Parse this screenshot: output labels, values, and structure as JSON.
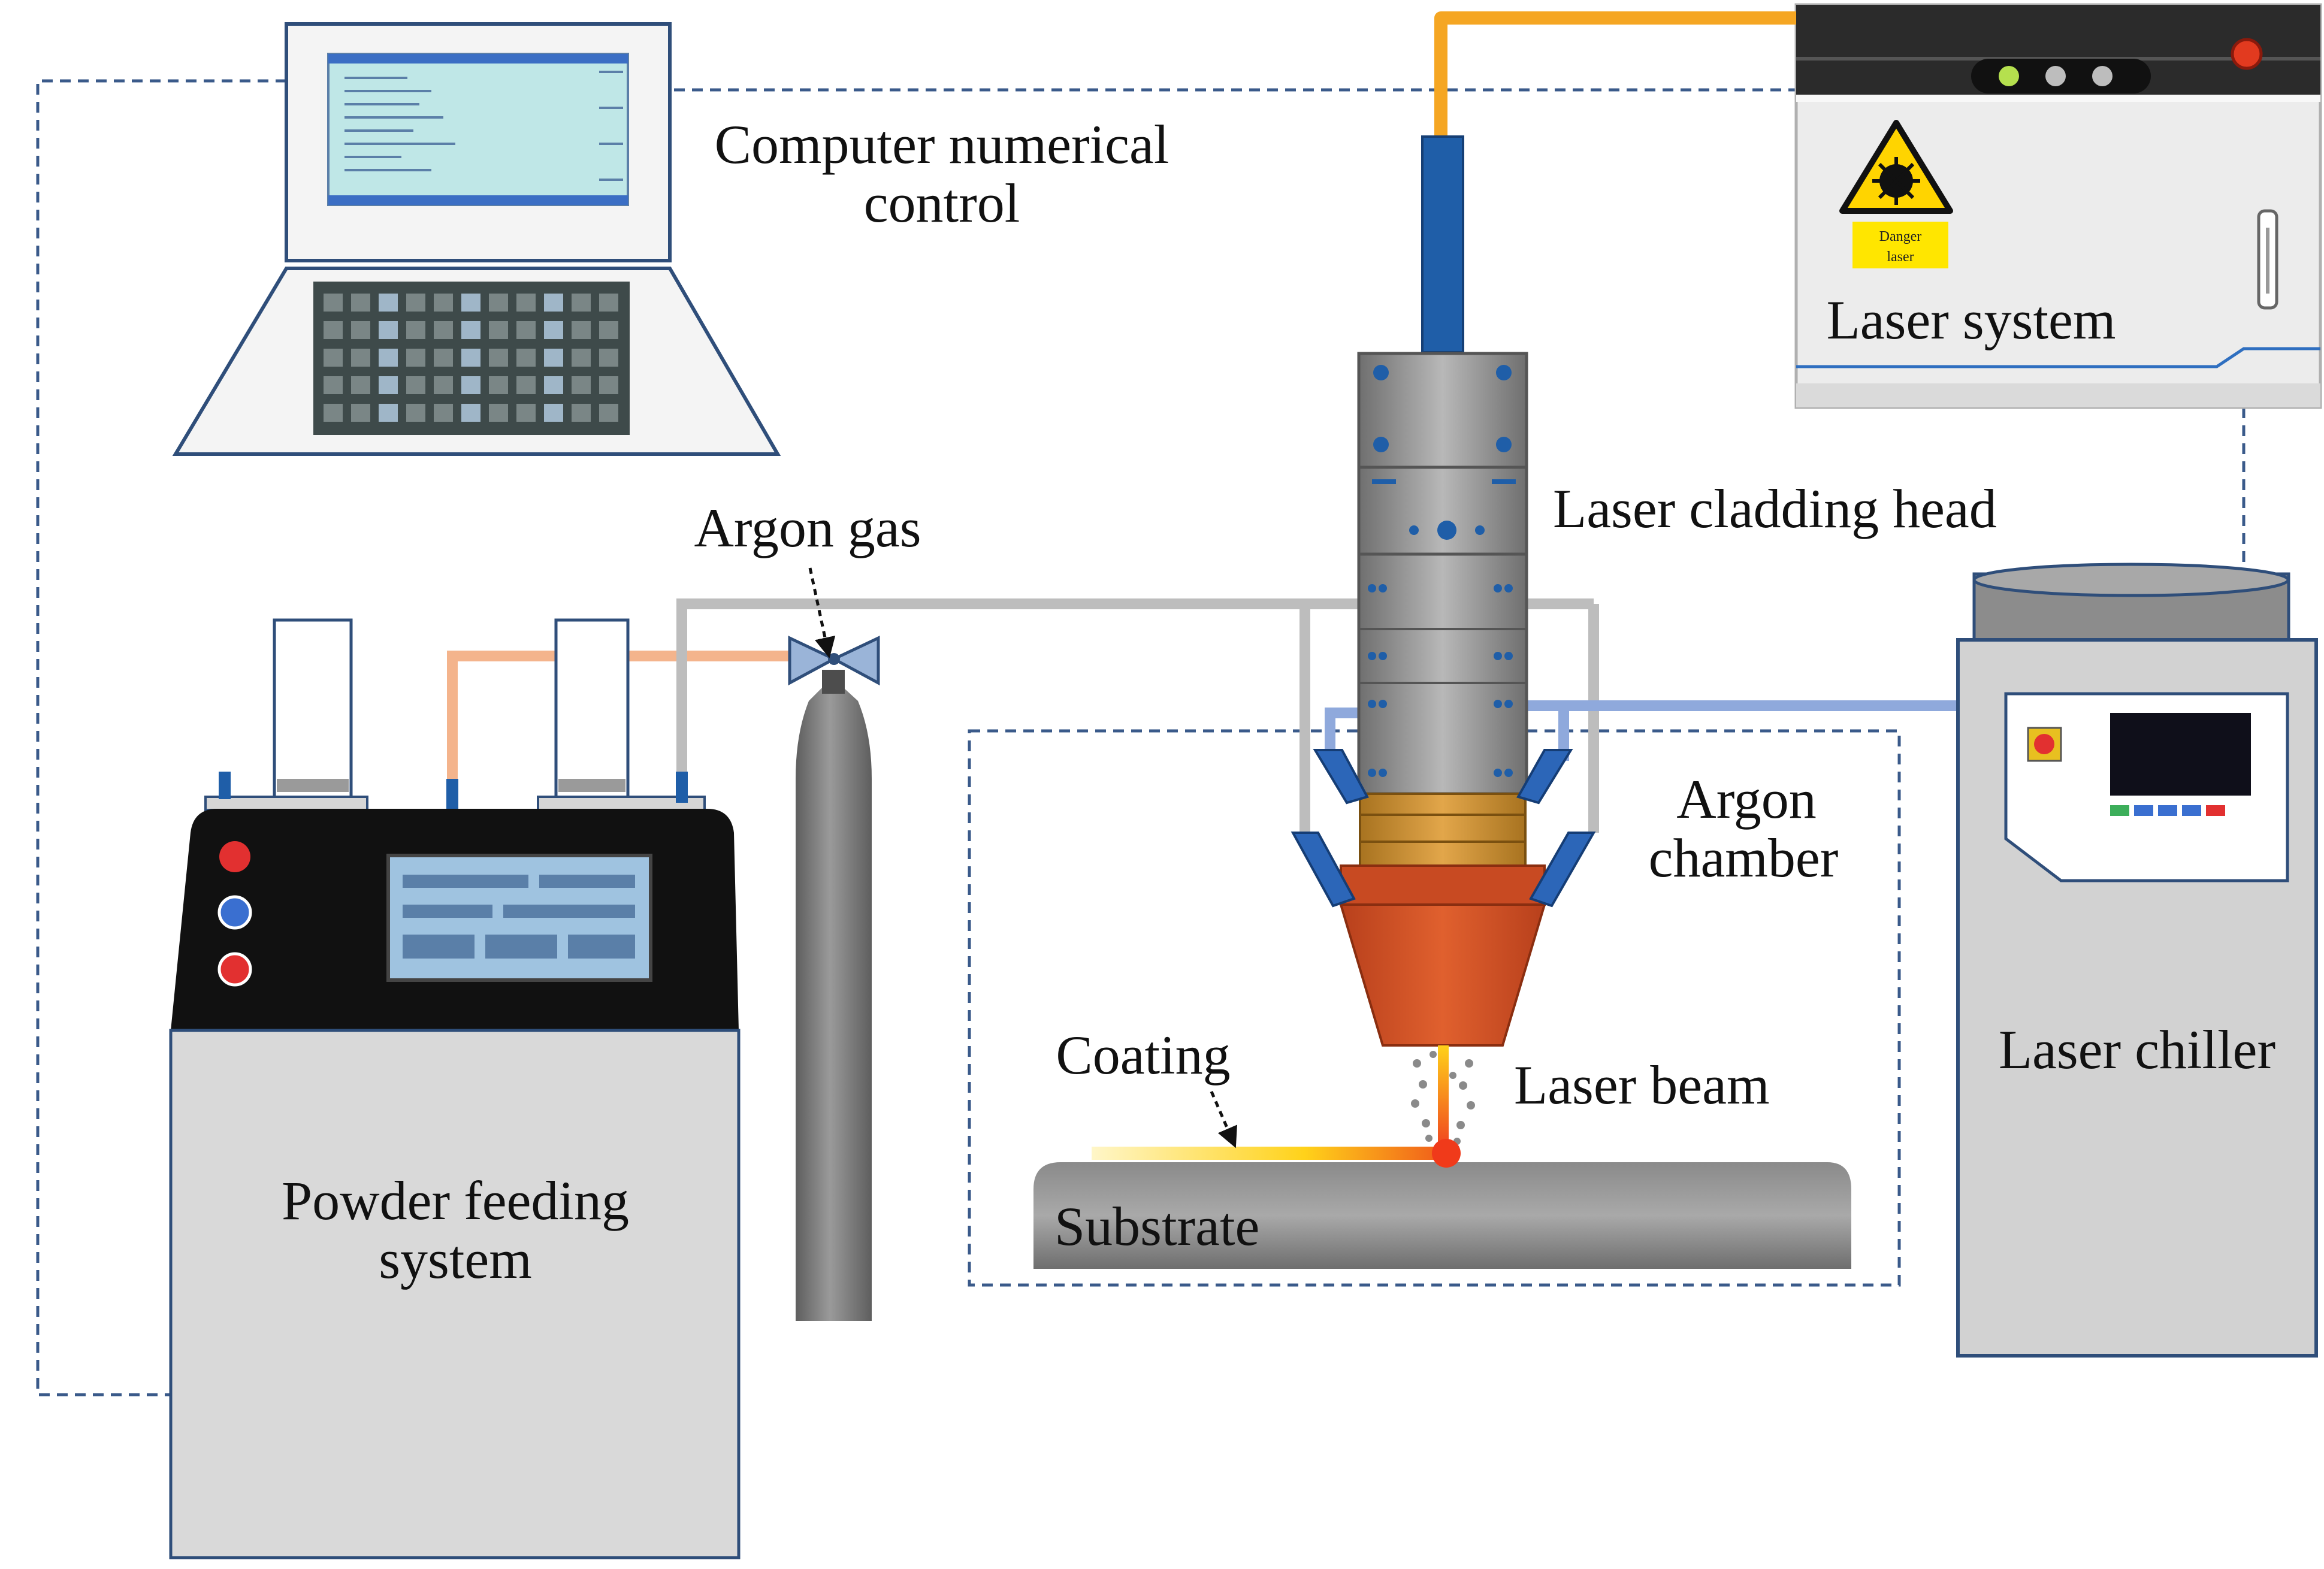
{
  "labels": {
    "cnc_line1": "Computer numerical",
    "cnc_line2": "control",
    "laser_system": "Laser system",
    "cladding_head": "Laser cladding head",
    "argon_gas": "Argon gas",
    "argon_chamber_line1": "Argon",
    "argon_chamber_line2": "chamber",
    "coating": "Coating",
    "laser_beam": "Laser beam",
    "substrate": "Substrate",
    "laser_chiller": "Laser chiller",
    "powder_line1": "Powder feeding",
    "powder_line2": "system",
    "warning_line1": "Danger",
    "warning_line2": "laser"
  },
  "colors": {
    "line_dashed": "#3a5a8a",
    "fiber": "#f5a623",
    "blue_tube": "#1f5ea8",
    "gas_pipe": "#bdbdbd",
    "powder_pipe": "#f4b48c",
    "coolant_pipe": "#8fa9dc",
    "nozzle": "#d2532a",
    "head_grey": "#8c8c8c",
    "cylinder": "#7a7a7a"
  }
}
